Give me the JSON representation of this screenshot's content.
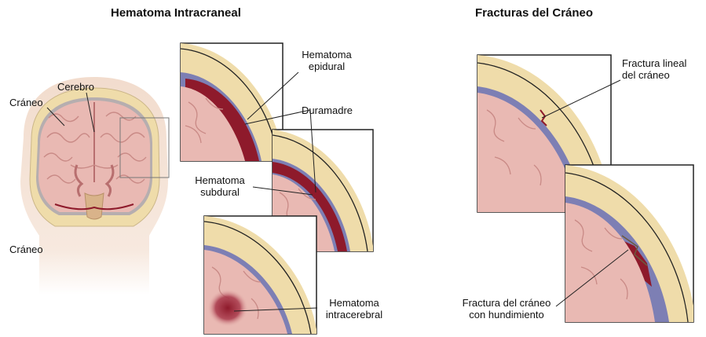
{
  "left_panel": {
    "title": "Hematoma Intracraneal",
    "labels": {
      "cerebro": "Cerebro",
      "craneo": "Cráneo",
      "craneo_lower": "Cráneo",
      "epidural_1": "Hematoma",
      "epidural_2": "epidural",
      "duramadre": "Duramadre",
      "subdural_1": "Hematoma",
      "subdural_2": "subdural",
      "intracerebral_1": "Hematoma",
      "intracerebral_2": "intracerebral"
    }
  },
  "right_panel": {
    "title": "Fracturas del Cráneo",
    "labels": {
      "lineal_1": "Fractura lineal",
      "lineal_2": "del cráneo",
      "hundimiento_1": "Fractura del cráneo",
      "hundimiento_2": "con hundimiento"
    }
  },
  "colors": {
    "skin": "#f2dccd",
    "skull": "#efdcaa",
    "brain": "#e9b9b3",
    "gyri": "#c98a86",
    "dura": "#7d7fb4",
    "blood": "#8e1a2b"
  }
}
